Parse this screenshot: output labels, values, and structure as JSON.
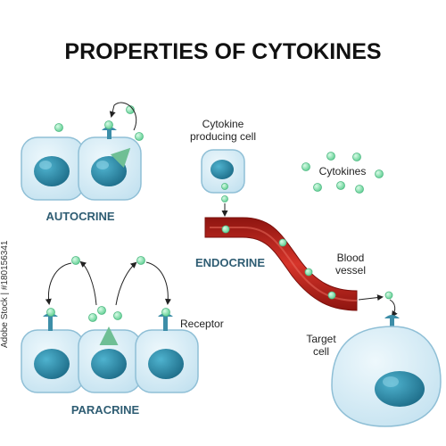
{
  "title": "PROPERTIES OF CYTOKINES",
  "sections": {
    "autocrine": "AUTOCRINE",
    "endocrine": "ENDOCRINE",
    "paracrine": "PARACRINE"
  },
  "labels": {
    "cytokine_producing_line1": "Cytokine",
    "cytokine_producing_line2": "producing cell",
    "cytokines": "Cytokines",
    "blood_line1": "Blood",
    "blood_line2": "vessel",
    "receptor": "Receptor",
    "target_line1": "Target",
    "target_line2": "cell"
  },
  "watermark": "Adobe Stock | #180156341",
  "colors": {
    "cell_fill": "#d6ecf6",
    "cell_stroke": "#8fbfd6",
    "nucleus": "#2d8fae",
    "nucleus_dark": "#1f6f8b",
    "receptor": "#3d8ea8",
    "cytokine": "#8fe3b4",
    "vessel": "#c8241d",
    "vessel_light": "#e04a3c",
    "section_text": "#2f5d73"
  }
}
